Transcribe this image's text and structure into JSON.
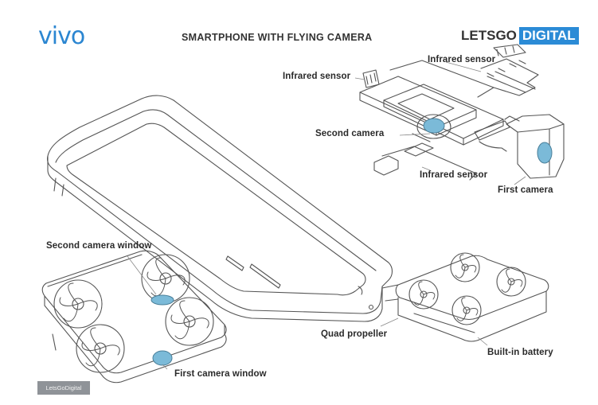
{
  "header": {
    "brand": "vivo",
    "title": "SMARTPHONE WITH FLYING CAMERA",
    "publisher_left": "LETSGO",
    "publisher_right": "DIGITAL"
  },
  "labels": {
    "infrared_sensor_top": "Infrared sensor",
    "infrared_sensor_left": "Infrared sensor",
    "second_camera": "Second camera",
    "infrared_sensor_bottom": "Infrared sensor",
    "first_camera": "First camera",
    "second_camera_window": "Second camera window",
    "quad_propeller": "Quad propeller",
    "built_in_battery": "Built-in battery",
    "first_camera_window": "First camera window"
  },
  "watermark": "LetsGoDigital",
  "colors": {
    "accent_blue": "#7bbad8",
    "brand_blue": "#2b86d1",
    "line": "#555555"
  }
}
